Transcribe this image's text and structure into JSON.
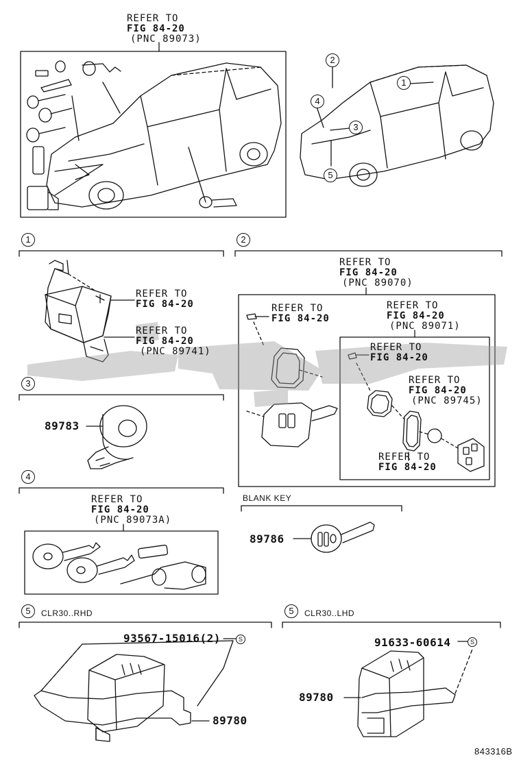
{
  "diagram": {
    "overview_ref": {
      "l1": "REFER TO",
      "l2": "FIG 84-20",
      "l3": "(PNC 89073)"
    },
    "callouts": [
      "1",
      "2",
      "3",
      "4",
      "5"
    ],
    "section1": {
      "num": "1",
      "ref_a": {
        "l1": "REFER TO",
        "l2": "FIG 84-20"
      },
      "ref_b": {
        "l1": "REFER TO",
        "l2": "FIG 84-20",
        "l3": "(PNC 89741)"
      }
    },
    "section2": {
      "num": "2",
      "ref_top": {
        "l1": "REFER TO",
        "l2": "FIG 84-20",
        "l3": "(PNC 89070)"
      },
      "ref_left": {
        "l1": "REFER TO",
        "l2": "FIG 84-20"
      },
      "ref_mid": {
        "l1": "REFER TO",
        "l2": "FIG 84-20",
        "l3": "(PNC 89071)"
      },
      "ref_inner": {
        "l1": "REFER TO",
        "l2": "FIG 84-20"
      },
      "ref_inner2": {
        "l1": "REFER TO",
        "l2": "FIG 84-20",
        "l3": "(PNC 89745)"
      },
      "ref_bottom": {
        "l1": "REFER TO",
        "l2": "FIG 84-20"
      }
    },
    "section3": {
      "num": "3",
      "part": "89783"
    },
    "section4": {
      "num": "4",
      "ref": {
        "l1": "REFER TO",
        "l2": "FIG 84-20",
        "l3": "(PNC 89073A)"
      }
    },
    "blank_key": {
      "caption": "BLANK KEY",
      "part": "89786"
    },
    "section5_rhd": {
      "num": "5",
      "caption": "CLR30..RHD",
      "bolt": "93567-15016(2)",
      "bolt_mark": "S",
      "part": "89780"
    },
    "section5_lhd": {
      "num": "5",
      "caption": "CLR30..LHD",
      "bolt": "91633-60614",
      "bolt_mark": "S",
      "part": "89780"
    },
    "figure_id": "843316B"
  }
}
